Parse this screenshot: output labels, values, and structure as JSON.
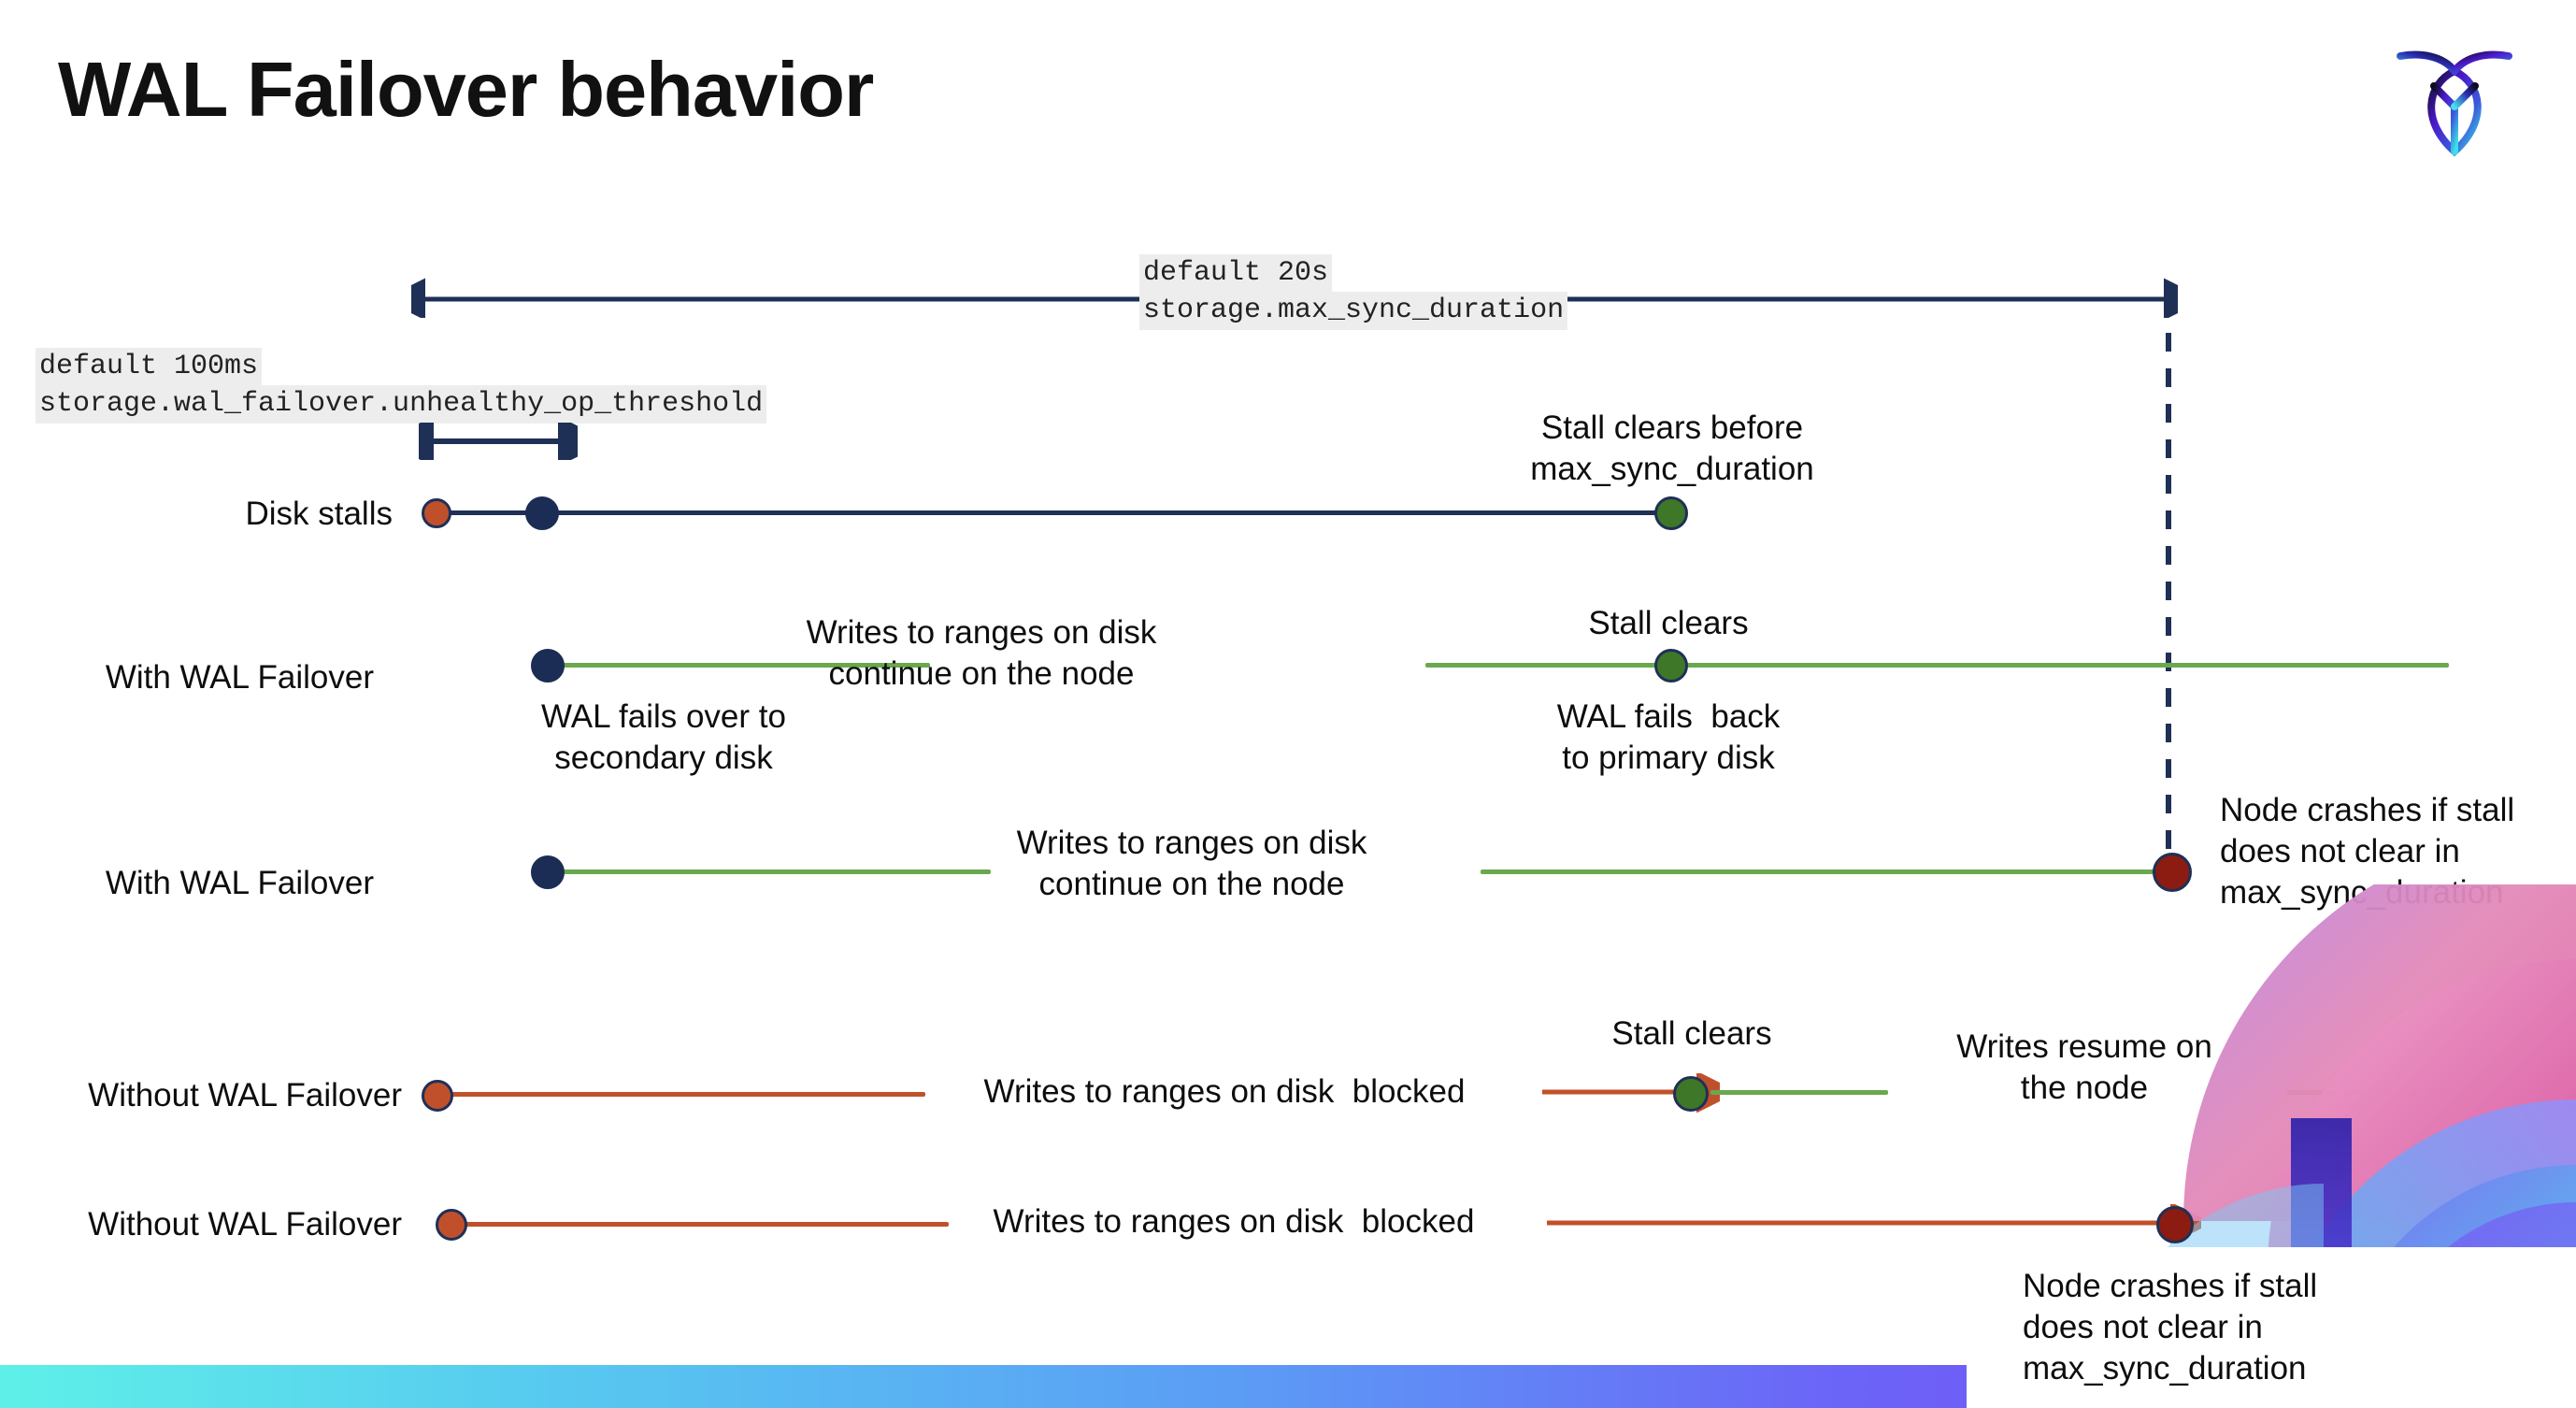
{
  "slide": {
    "title": "WAL Failover behavior",
    "logo_name": "cockroachdb-logo"
  },
  "colors": {
    "navy": "#1f3057",
    "green": "#6aa84f",
    "red": "#c0502b",
    "dark_red": "#8c1b11",
    "green_node": "#3f7728",
    "code_bg": "#ededed",
    "bar_start": "#5ef0e8",
    "bar_end": "#7c4df5"
  },
  "annotations": {
    "max_sync_default": "default 20s",
    "max_sync_setting": "storage.max_sync_duration",
    "unhealthy_default": "default 100ms",
    "unhealthy_setting": "storage.wal_failover.unhealthy_op_threshold"
  },
  "rows": [
    {
      "id": "disk-stalls",
      "label": "Disk stalls",
      "note_right": "Stall clears before\nmax_sync_duration"
    },
    {
      "id": "with-wal-failover-clears",
      "label": "With WAL Failover",
      "note_start": "WAL fails over to\nsecondary disk",
      "note_mid": "Writes to ranges on disk\ncontinue on the node",
      "note_event": "Stall clears",
      "note_event_sub": "WAL fails  back\nto primary disk"
    },
    {
      "id": "with-wal-failover-crash",
      "label": "With WAL Failover",
      "note_mid": "Writes to ranges on disk\ncontinue on the node",
      "note_right": "Node crashes if stall\ndoes not clear in\nmax_sync_duration"
    },
    {
      "id": "without-wal-failover-clears",
      "label": "Without WAL Failover",
      "note_mid": "Writes to ranges on disk  blocked",
      "note_event": "Stall clears",
      "note_right": "Writes resume on\nthe node"
    },
    {
      "id": "without-wal-failover-crash",
      "label": "Without WAL Failover",
      "note_mid": "Writes to ranges on disk  blocked",
      "note_right": "Node crashes if stall\ndoes not clear in\nmax_sync_duration"
    }
  ]
}
